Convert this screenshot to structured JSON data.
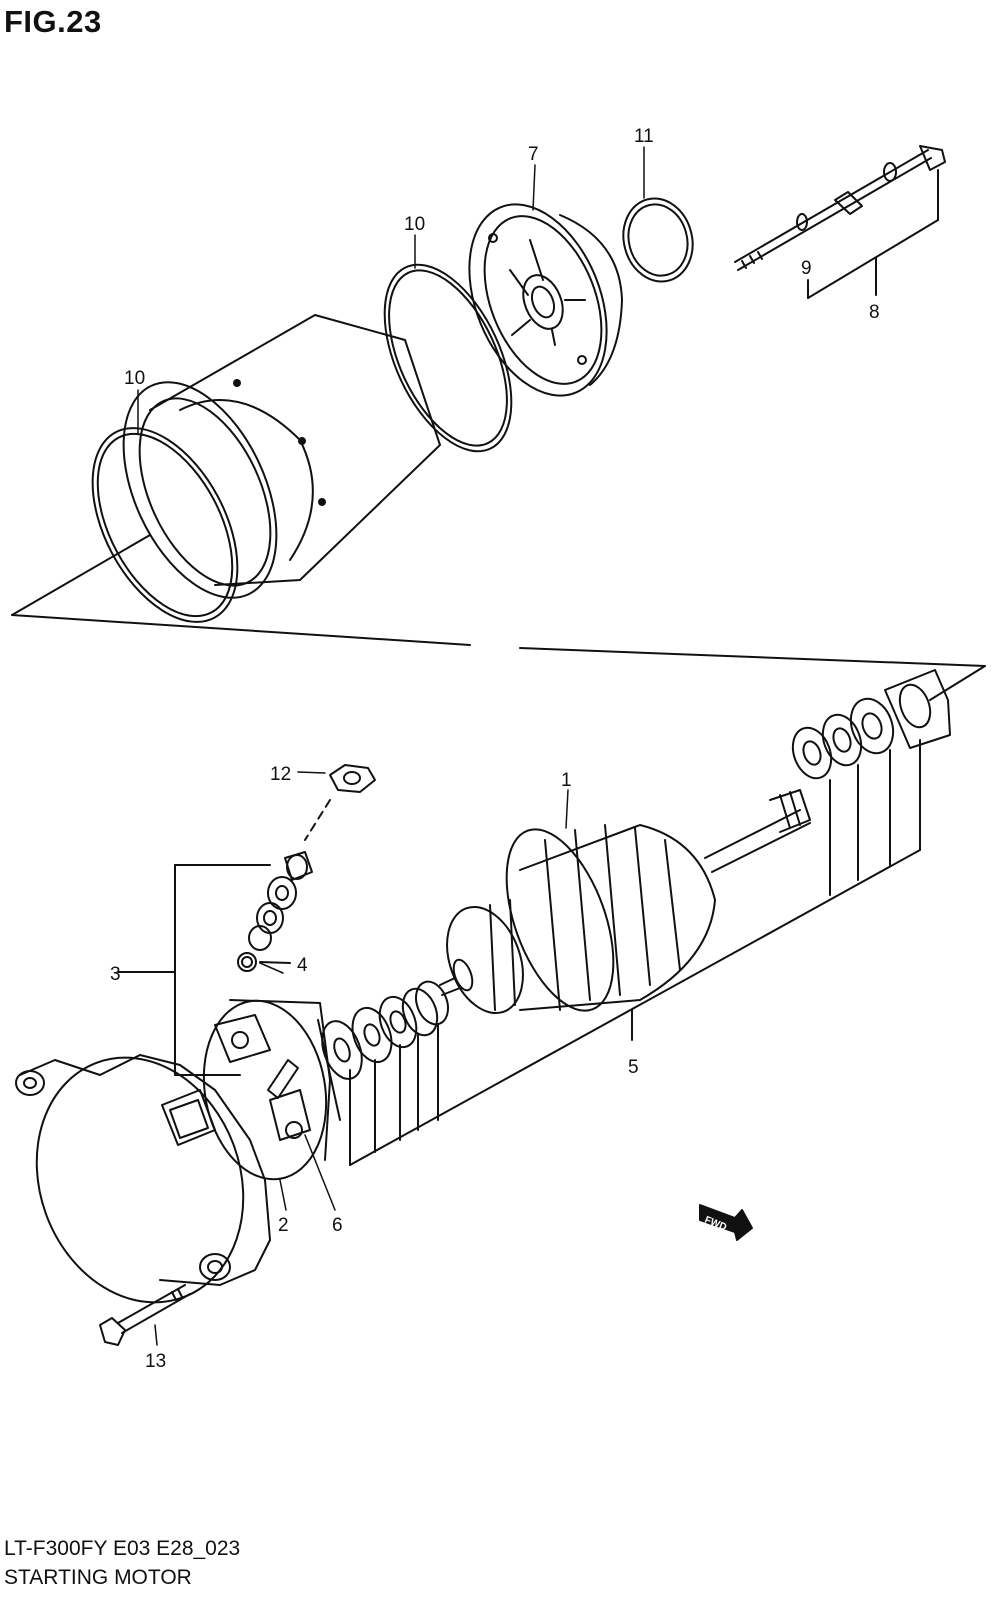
{
  "figure": {
    "title": "FIG.23",
    "model_code": "LT-F300FY E03 E28_023",
    "name": "STARTING MOTOR",
    "fwd_label": "FWD"
  },
  "callouts": {
    "p1": "1",
    "p2": "2",
    "p3": "3",
    "p4": "4",
    "p5": "5",
    "p6": "6",
    "p7": "7",
    "p8": "8",
    "p9": "9",
    "p10a": "10",
    "p10b": "10",
    "p11": "11",
    "p12": "12",
    "p13": "13"
  }
}
